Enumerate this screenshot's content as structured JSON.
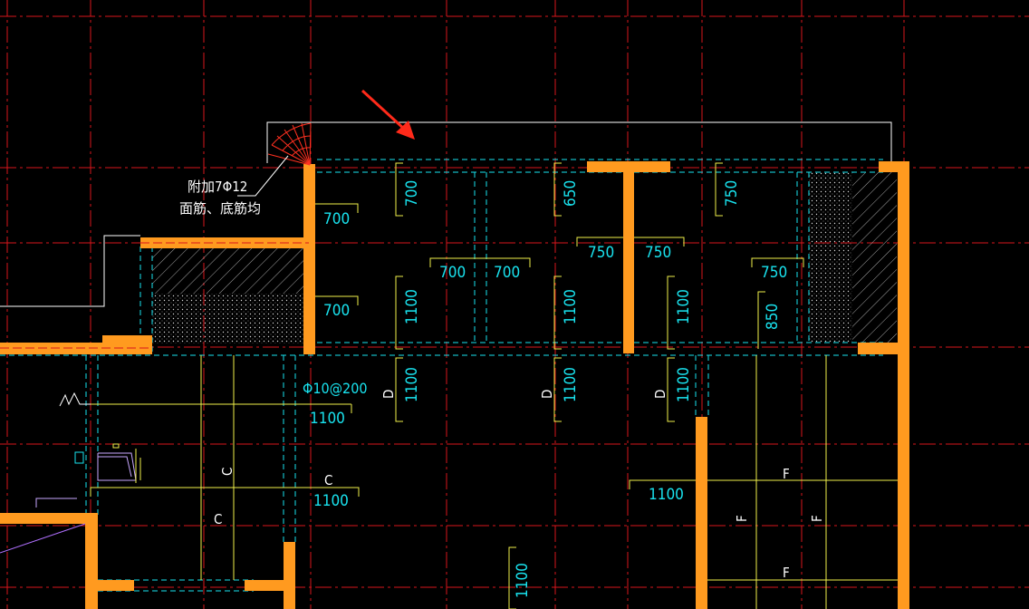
{
  "colors": {
    "background": "#000000",
    "wall": "#ff9a1f",
    "grid_axis": "#d9161c",
    "dashed_outline": "#19e3ef",
    "dimension": "#f0f04a",
    "annotation": "#ffffff",
    "pointer_arrow": "#ff2a1a"
  },
  "annotation": {
    "rebar_line1": "附加7Φ12",
    "rebar_line2": "面筋、底筋均"
  },
  "rebar_spec": "Φ10@200",
  "dims": {
    "d700_a": "700",
    "d700_b": "700",
    "d700_c": "700",
    "d700_d": "700",
    "d700_e": "700",
    "d650": "650",
    "d750_a": "750",
    "d750_b": "750",
    "d750_c": "750",
    "d750_d": "750",
    "d850": "850",
    "d1100_v1": "1100",
    "d1100_v2": "1100",
    "d1100_v3": "1100",
    "d1100_v4": "1100",
    "d1100_v5": "1100",
    "d1100_v6": "1100",
    "d1100_v7": "1100",
    "d1100_h1": "1100",
    "d1100_h2": "1100",
    "d1100_h3": "1100"
  },
  "section_marks": {
    "d1": "D",
    "d2": "D",
    "d3": "D",
    "c1": "C",
    "c2": "C",
    "c3": "C",
    "f1": "F",
    "f2": "F",
    "f3": "F",
    "f4": "F"
  }
}
